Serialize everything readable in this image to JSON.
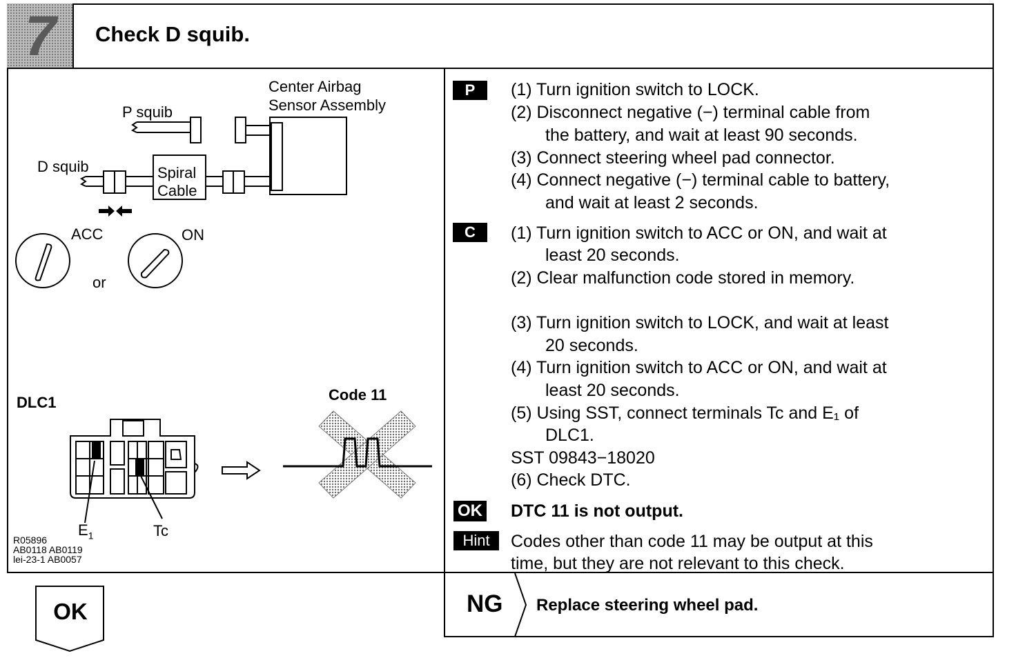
{
  "header": {
    "step_number": "7",
    "title": "Check D squib."
  },
  "diagram": {
    "center_airbag_line1": "Center Airbag",
    "center_airbag_line2": "Sensor Assembly",
    "p_squib": "P squib",
    "d_squib": "D squib",
    "spiral_line1": "Spiral",
    "spiral_line2": "Cable",
    "acc": "ACC",
    "on": "ON",
    "or": "or",
    "dlc1": "DLC1",
    "code11": "Code 11",
    "e1": "E",
    "e1_sub": "1",
    "tc": "Tc",
    "ref_codes": [
      "R05896",
      "AB0118 AB0119",
      "lei-23-1 AB0057"
    ]
  },
  "procedure": {
    "p_tag": "P",
    "p_steps": [
      "(1) Turn ignition switch to LOCK.",
      "(2) Disconnect negative (−) terminal cable from",
      "the battery, and wait at least 90 seconds.",
      "(3) Connect steering wheel pad connector.",
      "(4) Connect negative (−) terminal cable to battery,",
      "and wait at least 2 seconds."
    ],
    "c_tag": "C",
    "c_steps": [
      "(1) Turn ignition switch to ACC or ON, and wait at",
      "least 20 seconds.",
      "(2) Clear malfunction code stored in memory.",
      "(3) Turn ignition switch to LOCK, and wait at least",
      "20 seconds.",
      "(4) Turn ignition switch to ACC or ON, and wait at",
      "least 20 seconds.",
      "(5) Using SST, connect terminals Tc and E₁ of",
      "DLC1.",
      "SST 09843−18020",
      "(6) Check DTC."
    ],
    "ok_tag": "OK",
    "ok_text": "DTC 11 is not output.",
    "hint_tag": "Hint",
    "hint_line1": "Codes other than code 11 may be output at this",
    "hint_line2": "time, but they are not relevant to this check."
  },
  "result": {
    "ok_label": "OK",
    "ng_label": "NG",
    "ng_action": "Replace steering wheel pad."
  }
}
